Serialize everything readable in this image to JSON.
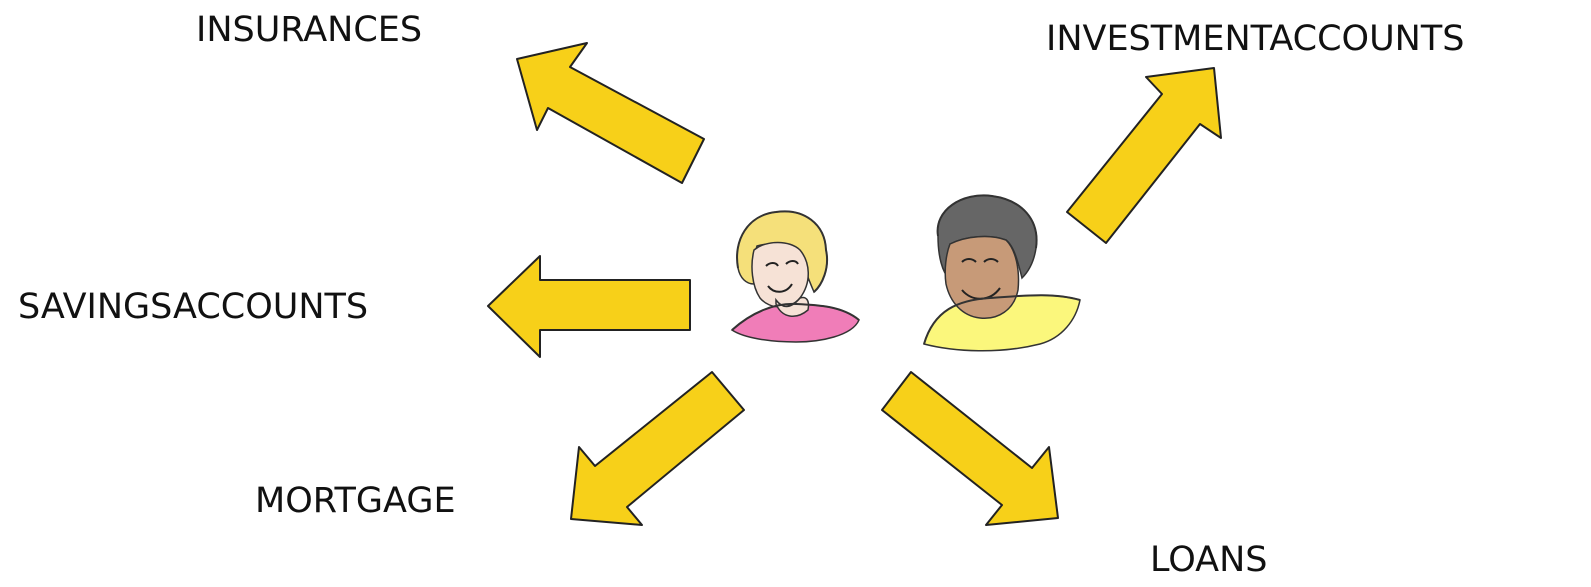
{
  "labels": {
    "insurances": "INSURANCES",
    "investment_accounts": "INVESTMENTACCOUNTS",
    "savings_accounts": "SAVINGSACCOUNTS",
    "mortgage": "MORTGAGE",
    "loans": "LOANS"
  },
  "colors": {
    "arrow_fill": "#F7D019",
    "arrow_stroke": "#222222",
    "woman_hair": "#F5E07A",
    "woman_shirt": "#F07DB8",
    "man_hair": "#666666",
    "man_skin": "#C79A78",
    "man_shirt": "#FBF77C",
    "woman_skin": "#F6E2D6"
  },
  "icons": [
    "arrow-icon",
    "woman-clipart-icon",
    "man-clipart-icon"
  ]
}
